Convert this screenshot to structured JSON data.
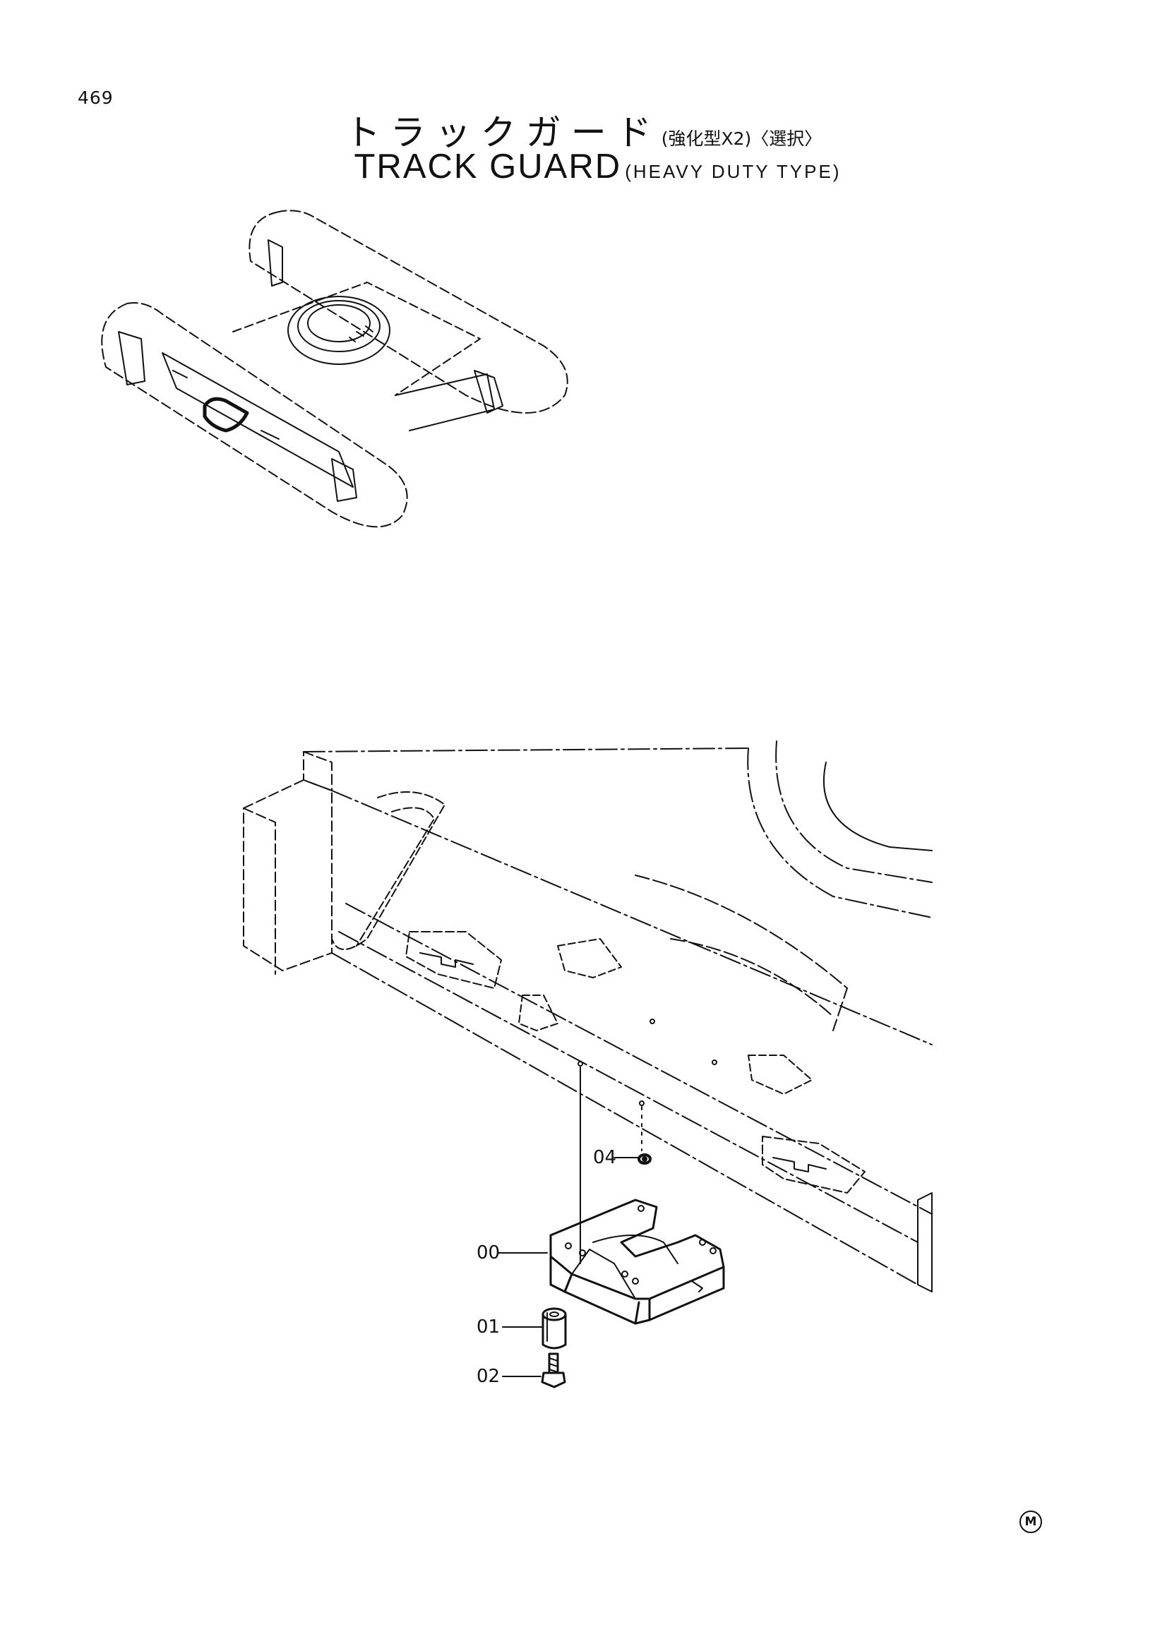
{
  "page_number": "469",
  "title_ja": {
    "main": "トラックガード",
    "sub": "(強化型X2)〈選択〉"
  },
  "title_en": {
    "main": "TRACK GUARD",
    "sub": "(HEAVY DUTY TYPE)"
  },
  "callouts": [
    {
      "label": "04",
      "part": "nut"
    },
    {
      "label": "00",
      "part": "track-guard"
    },
    {
      "label": "01",
      "part": "spacer"
    },
    {
      "label": "02",
      "part": "bolt"
    }
  ],
  "mark": "M",
  "colors": {
    "ink": "#111111",
    "background": "#ffffff"
  }
}
